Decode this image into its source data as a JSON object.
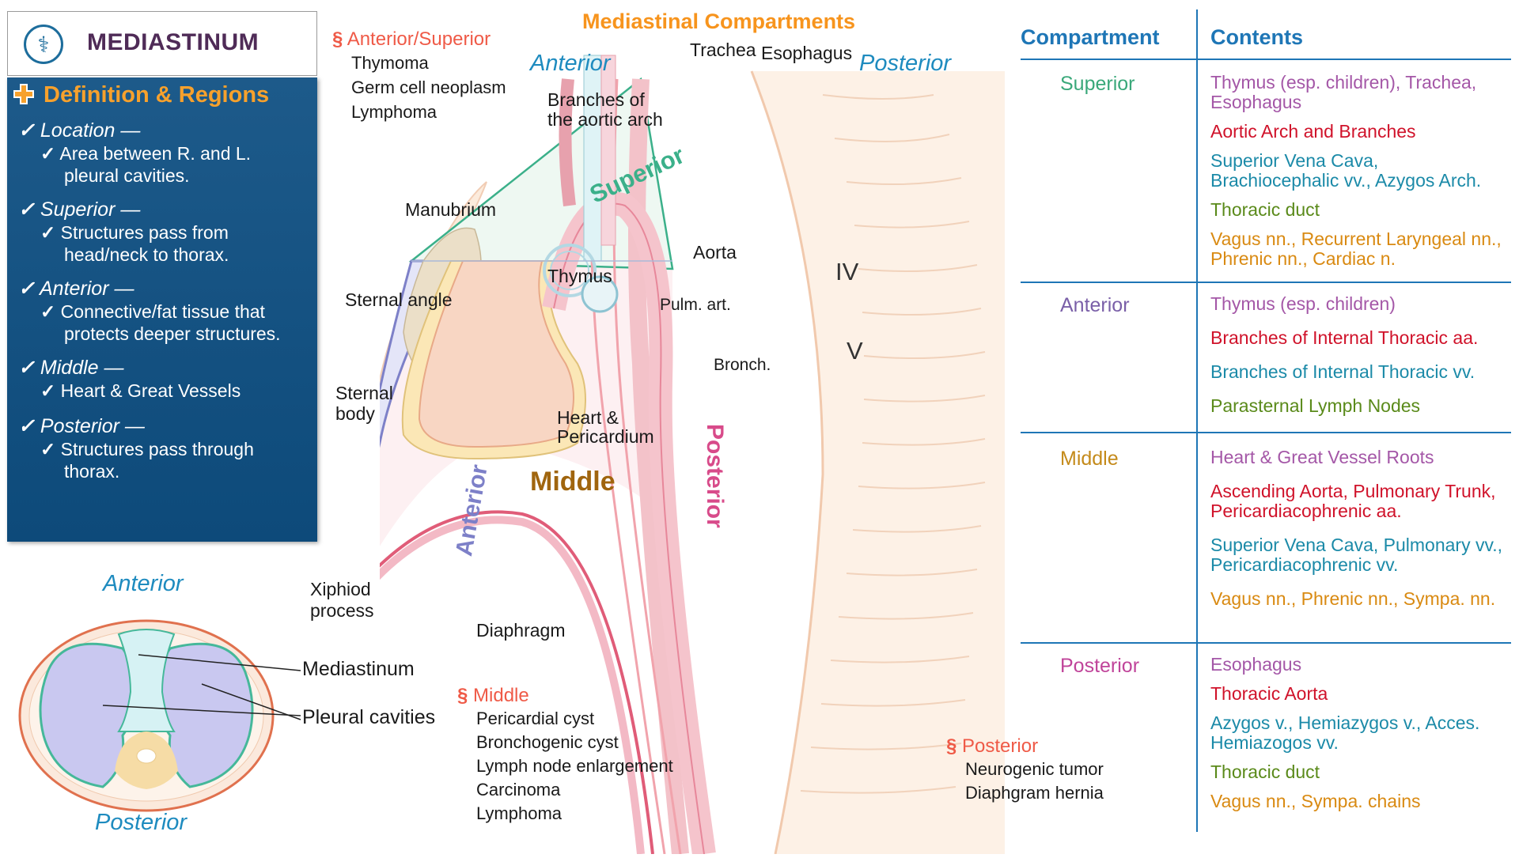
{
  "header": {
    "title": "MEDIASTINUM",
    "logo_icon": "caduceus-icon"
  },
  "panel": {
    "heading": "Definition & Regions",
    "items": [
      {
        "title": "Location —",
        "sub": [
          "Area between R. and L.",
          "pleural cavities."
        ]
      },
      {
        "title": "Superior —",
        "sub": [
          "Structures pass from",
          "head/neck to thorax."
        ]
      },
      {
        "title": "Anterior —",
        "sub": [
          "Connective/fat tissue that",
          "protects deeper structures."
        ]
      },
      {
        "title": "Middle —",
        "sub": [
          "Heart & Great Vessels"
        ]
      },
      {
        "title": "Posterior —",
        "sub": [
          "Structures pass through",
          "thorax."
        ]
      }
    ]
  },
  "cross_section": {
    "anterior": "Anterior",
    "posterior": "Posterior",
    "mediastinum": "Mediastinum",
    "pleural": "Pleural cavities"
  },
  "diagram": {
    "title": "Mediastinal Compartments",
    "anterior": "Anterior",
    "posterior": "Posterior",
    "trachea": "Trachea",
    "esophagus": "Esophagus",
    "branches": [
      "Branches of",
      "the aortic arch"
    ],
    "manubrium": "Manubrium",
    "sternal_angle": "Sternal angle",
    "sternal_body": [
      "Sternal",
      "body"
    ],
    "xiphoid": [
      "Xiphiod",
      "process"
    ],
    "diaphragm": "Diaphragm",
    "superior": "Superior",
    "thymus": "Thymus",
    "aorta": "Aorta",
    "pulm_art": "Pulm. art.",
    "bronch": "Bronch.",
    "heart": [
      "Heart &",
      "Pericardium"
    ],
    "middle": "Middle",
    "anterior_region": "Anterior",
    "posterior_region": "Posterior",
    "vertebra_iv": "IV",
    "vertebra_v": "V"
  },
  "clinical": {
    "anterior_superior": {
      "title": "Anterior/Superior",
      "items": [
        "Thymoma",
        "Germ cell neoplasm",
        "Lymphoma"
      ]
    },
    "middle": {
      "title": "Middle",
      "items": [
        "Pericardial cyst",
        "Bronchogenic cyst",
        "Lymph node enlargement",
        "Carcinoma",
        "Lymphoma"
      ]
    },
    "posterior": {
      "title": "Posterior",
      "items": [
        "Neurogenic tumor",
        "Diaphgram hernia"
      ]
    }
  },
  "table": {
    "col1": "Compartment",
    "col2": "Contents",
    "rows": [
      {
        "name": "Superior",
        "color": "#3aa87a",
        "contents": [
          {
            "text": "Thymus (esp. children), Trachea, Esophagus",
            "color": "#a457a7"
          },
          {
            "text": "Aortic Arch and Branches",
            "color": "#d0122a"
          },
          {
            "text": "Superior Vena Cava, Brachiocephalic vv., Azygos Arch.",
            "color": "#1b8aa8"
          },
          {
            "text": "Thoracic duct",
            "color": "#5a8a1a"
          },
          {
            "text": "Vagus nn., Recurrent Laryngeal nn., Phrenic nn., Cardiac n.",
            "color": "#d98a12"
          }
        ]
      },
      {
        "name": "Anterior",
        "color": "#7a5fa8",
        "contents": [
          {
            "text": "Thymus (esp. children)",
            "color": "#a457a7"
          },
          {
            "text": "Branches of Internal Thoracic aa.",
            "color": "#d0122a"
          },
          {
            "text": "Branches of Internal Thoracic vv.",
            "color": "#1b8aa8"
          },
          {
            "text": "Parasternal Lymph Nodes",
            "color": "#5a8a1a"
          }
        ]
      },
      {
        "name": "Middle",
        "color": "#c48a1a",
        "contents": [
          {
            "text": "Heart & Great Vessel Roots",
            "color": "#a457a7"
          },
          {
            "text": "Ascending Aorta, Pulmonary Trunk, Pericardiacophrenic aa.",
            "color": "#d0122a"
          },
          {
            "text": "Superior Vena Cava, Pulmonary vv., Pericardiacophrenic vv.",
            "color": "#1b8aa8"
          },
          {
            "text": "Vagus nn., Phrenic nn., Sympa. nn.",
            "color": "#d98a12"
          }
        ]
      },
      {
        "name": "Posterior",
        "color": "#c0449a",
        "contents": [
          {
            "text": "Esophagus",
            "color": "#a457a7"
          },
          {
            "text": "Thoracic Aorta",
            "color": "#d0122a"
          },
          {
            "text": "Azygos v., Hemiazygos v., Acces. Hemiazogos vv.",
            "color": "#1b8aa8"
          },
          {
            "text": "Thoracic duct",
            "color": "#5a8a1a"
          },
          {
            "text": "Vagus nn., Sympa. chains",
            "color": "#d98a12"
          }
        ]
      }
    ]
  }
}
